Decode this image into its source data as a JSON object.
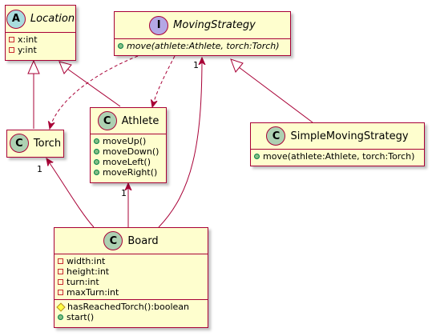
{
  "classes": {
    "location": {
      "kind": "abstract",
      "badge": "A",
      "name": "Location",
      "fields": [
        {
          "visibility": "private",
          "text": "x:int"
        },
        {
          "visibility": "private",
          "text": "y:int"
        }
      ]
    },
    "moving_strategy": {
      "kind": "interface",
      "badge": "I",
      "name": "MovingStrategy",
      "methods": [
        {
          "visibility": "public",
          "text": "move(athlete:Athlete, torch:Torch)"
        }
      ]
    },
    "torch": {
      "kind": "class",
      "badge": "C",
      "name": "Torch"
    },
    "athlete": {
      "kind": "class",
      "badge": "C",
      "name": "Athlete",
      "methods": [
        {
          "visibility": "public",
          "text": "moveUp()"
        },
        {
          "visibility": "public",
          "text": "moveDown()"
        },
        {
          "visibility": "public",
          "text": "moveLeft()"
        },
        {
          "visibility": "public",
          "text": "moveRight()"
        }
      ]
    },
    "simple_moving_strategy": {
      "kind": "class",
      "badge": "C",
      "name": "SimpleMovingStrategy",
      "methods": [
        {
          "visibility": "public",
          "text": "move(athlete:Athlete, torch:Torch)"
        }
      ]
    },
    "board": {
      "kind": "class",
      "badge": "C",
      "name": "Board",
      "fields": [
        {
          "visibility": "private",
          "text": "width:int"
        },
        {
          "visibility": "private",
          "text": "height:int"
        },
        {
          "visibility": "private",
          "text": "turn:int"
        },
        {
          "visibility": "private",
          "text": "maxTurn:int"
        }
      ],
      "methods": [
        {
          "visibility": "protected",
          "text": "hasReachedTorch():boolean"
        },
        {
          "visibility": "public",
          "text": "start()"
        }
      ]
    }
  },
  "relations": [
    {
      "type": "generalization",
      "from": "Torch",
      "to": "Location"
    },
    {
      "type": "generalization",
      "from": "Athlete",
      "to": "Location"
    },
    {
      "type": "generalization",
      "from": "SimpleMovingStrategy",
      "to": "MovingStrategy"
    },
    {
      "type": "dependency",
      "from": "MovingStrategy",
      "to": "Torch"
    },
    {
      "type": "dependency",
      "from": "MovingStrategy",
      "to": "Athlete"
    },
    {
      "type": "association",
      "from": "Board",
      "to": "Torch",
      "multiplicity": "1"
    },
    {
      "type": "association",
      "from": "Board",
      "to": "Athlete",
      "multiplicity": "1"
    },
    {
      "type": "association",
      "from": "Board",
      "to": "MovingStrategy",
      "multiplicity": "1"
    }
  ],
  "colors": {
    "class_fill": "#FEFECE",
    "border": "#A80036",
    "class_badge": "#ADD1B2",
    "abstract_badge": "#A9DCDF",
    "interface_badge": "#B4A7E5"
  }
}
